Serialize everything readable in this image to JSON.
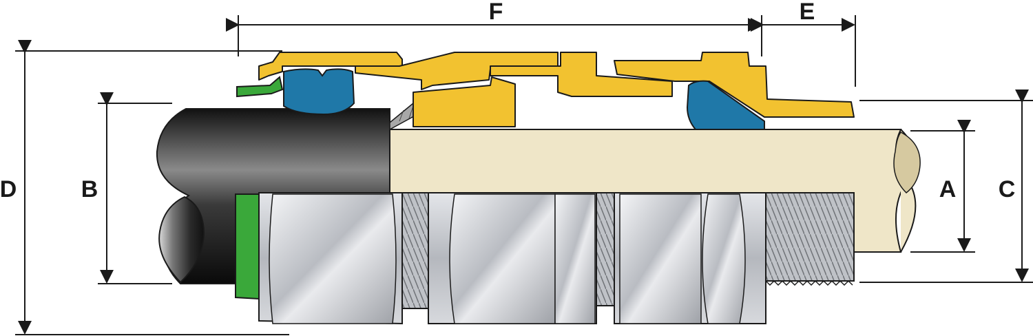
{
  "diagram": {
    "dimension_labels": {
      "F": "F",
      "E": "E",
      "D": "D",
      "B": "B",
      "A": "A",
      "C": "C"
    },
    "colors": {
      "brass": "#f2c230",
      "brass_dark": "#b8860b",
      "seal_blue": "#1f78a8",
      "seal_green": "#3aa83a",
      "cable_sheath": "#2a2a2a",
      "inner_cable": "#efe6c8",
      "steel": "#c9ccd2",
      "armour": "#9a9a9a",
      "line": "#1a1a1a"
    }
  }
}
